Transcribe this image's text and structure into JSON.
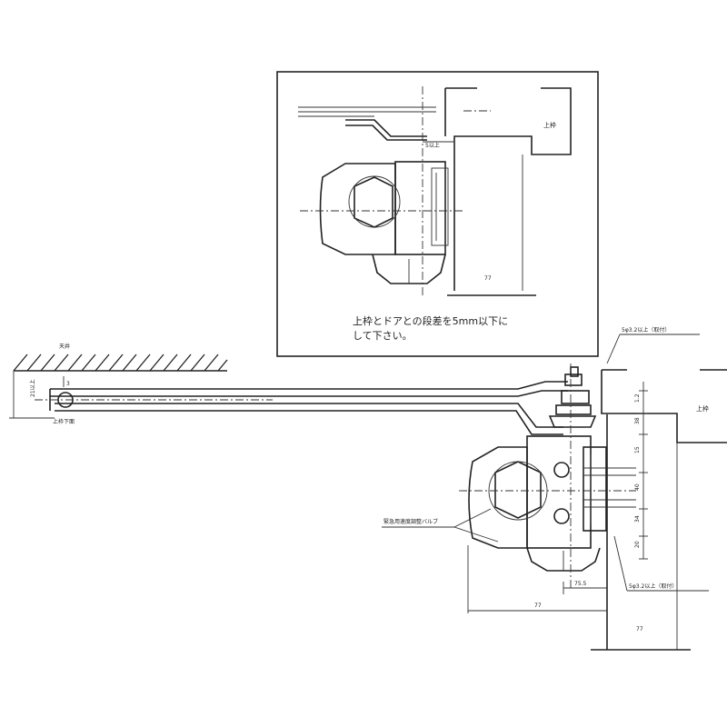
{
  "inset": {
    "frame_label": "上枠",
    "dim_gap": "5以上",
    "dim_bottom": "77",
    "note_line1": "上枠とドアとの段差を5mm以下に",
    "note_line2": "して下さい。"
  },
  "main": {
    "ceiling_label": "天井",
    "gap_dim": "21以上",
    "gap_note": "3",
    "top_frame_label": "上枠下面",
    "frame_label": "上枠",
    "screw_top_note": "5φ3.2以上（取付）",
    "screw_bottom_note": "5φ3.2以上（取付）",
    "valve_note": "緊急用速度調整バルブ",
    "dim_75": "75.5",
    "dim_77_h": "77",
    "dim_77_v": "77",
    "side_dims": [
      "1.2",
      "38",
      "15",
      "40",
      "34",
      "20"
    ]
  }
}
